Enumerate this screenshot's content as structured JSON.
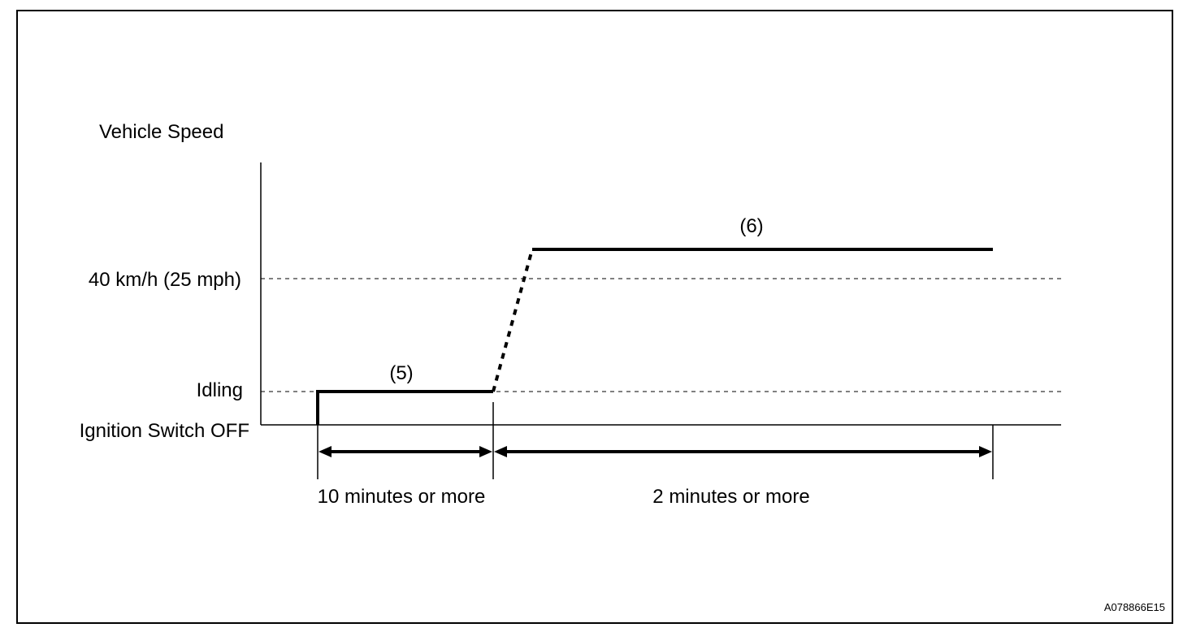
{
  "diagram": {
    "y_axis_title": "Vehicle Speed",
    "levels": {
      "speed_40": "40 km/h (25 mph)",
      "idling": "Idling",
      "ignition_off": "Ignition Switch OFF"
    },
    "segments": {
      "step5": "(5)",
      "step6": "(6)"
    },
    "durations": {
      "first": "10 minutes or more",
      "second": "2 minutes or more"
    },
    "figure_id": "A078866E15"
  }
}
